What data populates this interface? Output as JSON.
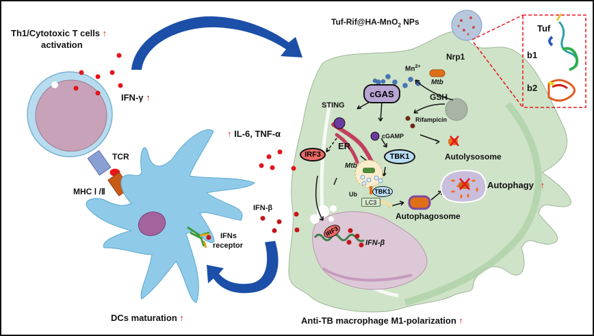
{
  "colors": {
    "up_arrow": "#e8141b",
    "cytokine_dot": "#e3141b",
    "flow_arrow": "#1b4fa8",
    "macrophage": "#cfe3c8",
    "dendritic_cell": "#8fcbe8",
    "t_cell_body": "#c7a2b8",
    "zoom_box": "#e8141b"
  },
  "labels": {
    "t_cell_activation_line1": "Th1/Cytotoxic T cells",
    "t_cell_activation_line2": "activation",
    "ifn_gamma": "IFN-γ",
    "tcr": "TCR",
    "mhc": "MHC Ⅰ /Ⅱ",
    "il6_tnf": "IL-6, TNF-α",
    "ifn_beta_outer": "IFN-β",
    "ifns_receptor_line1": "IFNs",
    "ifns_receptor_line2": "receptor",
    "dcs_maturation": "DCs maturation",
    "nanoparticle": "Tuf-Rif@HA-MnO",
    "nanoparticle_sub": "2",
    "nanoparticle_suffix": " NPs",
    "nrp1": "Nrp1",
    "mn": "Mn",
    "mn_sup": "2+",
    "mtb_top": "Mtb",
    "cgas": "cGAS",
    "gsh": "GSH",
    "sting": "STING",
    "rifampicin": "Rifampicin",
    "cgamp": "cGAMP",
    "er": "ER",
    "irf3": "IRF3",
    "tbk1": "TBK1",
    "mtb_vesicle": "Mtb",
    "ub": "Ub",
    "tbk1_small": "TBK1",
    "lc3": "LC3",
    "autolysosome": "Autolysosome",
    "autophagy": "Autophagy",
    "autophagosome": "Autophagosome",
    "irf3_nucleus": "IRF3",
    "ifn_beta_nucleus": "IFN-β",
    "m1_polarization": "Anti-TB macrophage M1-polarization",
    "up_arrow": "↑",
    "zoom_tuf": "Tuf",
    "zoom_b1": "b1",
    "zoom_b2": "b2"
  }
}
